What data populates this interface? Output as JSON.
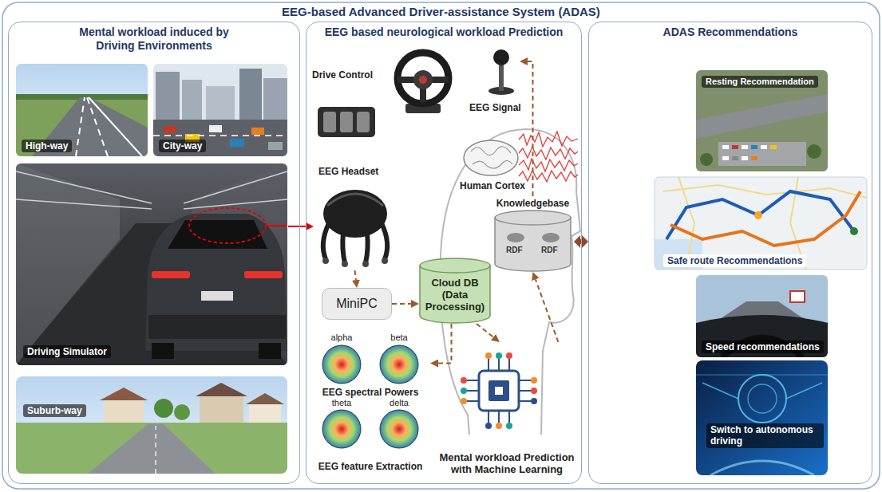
{
  "diagram": {
    "title": "EEG-based Advanced Driver-assistance System (ADAS)",
    "nodes": [
      {
        "text": [
          "Mental workload induced by Driving Environments"
        ]
      },
      {
        "text": [
          "High-way"
        ],
        "in": 0
      },
      {
        "text": [
          "City-way"
        ],
        "in": 0
      },
      {
        "text": [
          "Driving Simulator"
        ],
        "in": 0
      },
      {
        "text": [
          "Suburb-way"
        ],
        "in": 0
      },
      {
        "text": [
          "EEG based neurological workload Prediction"
        ]
      },
      {
        "text": [
          "Drive Control"
        ],
        "in": 5
      },
      {
        "text": [
          "EEG Headset"
        ],
        "in": 5
      },
      {
        "text": [
          "MiniPC"
        ],
        "in": 5
      },
      {
        "text": [
          "Cloud DB (Data Processing)"
        ],
        "in": 5
      },
      {
        "text": [
          "Knowledgebase",
          "RDF",
          "RDF"
        ],
        "in": 5
      },
      {
        "text": [
          "EEG spectral Powers",
          "EEG feature Extraction"
        ],
        "in": 5
      },
      {
        "text": [
          "Mental workload Prediction with Machine Learning"
        ],
        "in": 5
      },
      {
        "text": [
          "ADAS Recommendations"
        ]
      },
      {
        "text": [
          "Resting Recommendation"
        ],
        "in": 13
      },
      {
        "text": [
          "Safe route Recommendations"
        ],
        "in": 13
      },
      {
        "text": [
          "Speed recommendations"
        ],
        "in": 13
      },
      {
        "text": [
          "Switch to autonomous driving"
        ],
        "in": 13
      }
    ],
    "edges": [
      {
        "from": 3,
        "to": 7,
        "arrow": "to"
      },
      {
        "from": 7,
        "to": 8,
        "arrow": "to"
      },
      {
        "from": 8,
        "to": 9,
        "arrow": "to"
      },
      {
        "from": 9,
        "to": 11,
        "arrow": "to"
      },
      {
        "from": 9,
        "to": 12,
        "arrow": "to"
      },
      {
        "from": 12,
        "to": 10,
        "arrow": "to"
      },
      {
        "from": 10,
        "to": 6,
        "arrow": "to"
      },
      {
        "from": 10,
        "to": 13,
        "arrow": "both"
      }
    ],
    "labels": [
      "EEG Signal",
      "Human Cortex",
      "alpha",
      "beta",
      "theta",
      "delta"
    ]
  }
}
